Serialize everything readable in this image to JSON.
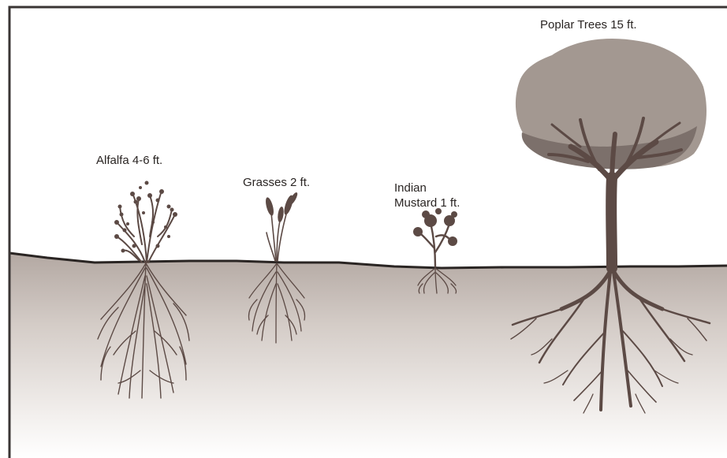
{
  "plants": [
    {
      "id": "alfalfa",
      "label": "Alfalfa 4-6 ft."
    },
    {
      "id": "grasses",
      "label": "Grasses 2 ft."
    },
    {
      "id": "indian-mustard",
      "label_line1": "Indian",
      "label_line2": "Mustard 1 ft."
    },
    {
      "id": "poplar",
      "label": "Poplar Trees 15 ft."
    }
  ],
  "colors": {
    "frame": "#3a3534",
    "ground_line": "#2a2523",
    "soil_top": "#b3a8a2",
    "soil_bottom": "#ffffff",
    "plant": "#5c4a45",
    "canopy": "#a39891",
    "canopy_shadow": "#7c706b"
  }
}
